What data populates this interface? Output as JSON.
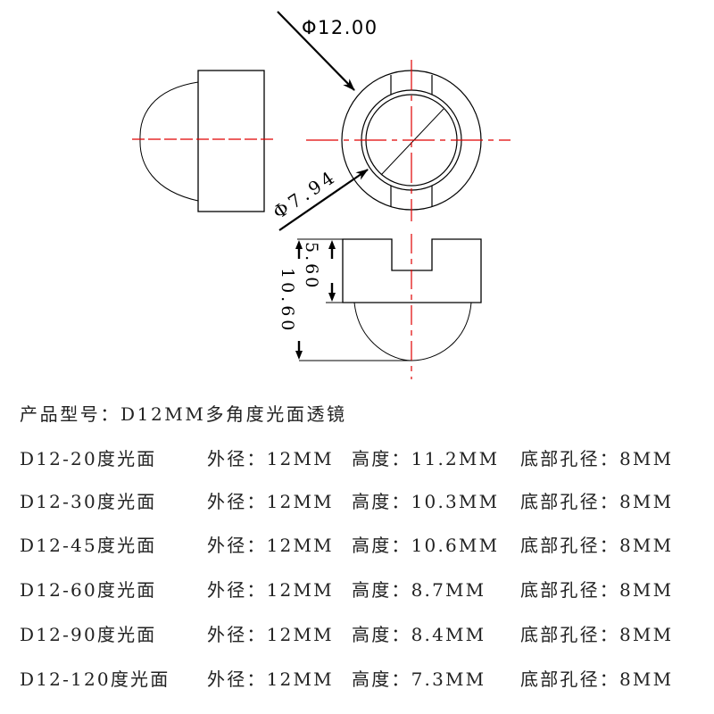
{
  "drawing": {
    "dim_outer_diameter": "Φ12.00",
    "dim_inner_diameter": "Φ7.94",
    "dim_base_height": "5.60",
    "dim_total_height": "10.60",
    "line_color": "#000000",
    "centerline_color": "#e00000"
  },
  "product": {
    "title": "产品型号：D12MM多角度光面透镜"
  },
  "specs": [
    {
      "model": "D12-20度光面",
      "outer": "外径：12MM",
      "height": "高度：11.2MM",
      "hole": "底部孔径：8MM"
    },
    {
      "model": "D12-30度光面",
      "outer": "外径：12MM",
      "height": "高度：10.3MM",
      "hole": "底部孔径：8MM"
    },
    {
      "model": "D12-45度光面",
      "outer": "外径：12MM",
      "height": "高度：10.6MM",
      "hole": "底部孔径：8MM"
    },
    {
      "model": "D12-60度光面",
      "outer": "外径：12MM",
      "height": "高度：8.7MM",
      "hole": "底部孔径：8MM"
    },
    {
      "model": "D12-90度光面",
      "outer": "外径：12MM",
      "height": "高度：8.4MM",
      "hole": "底部孔径：8MM"
    },
    {
      "model": "D12-120度光面",
      "outer": "外径：12MM",
      "height": "高度：7.3MM",
      "hole": "底部孔径：8MM"
    }
  ]
}
